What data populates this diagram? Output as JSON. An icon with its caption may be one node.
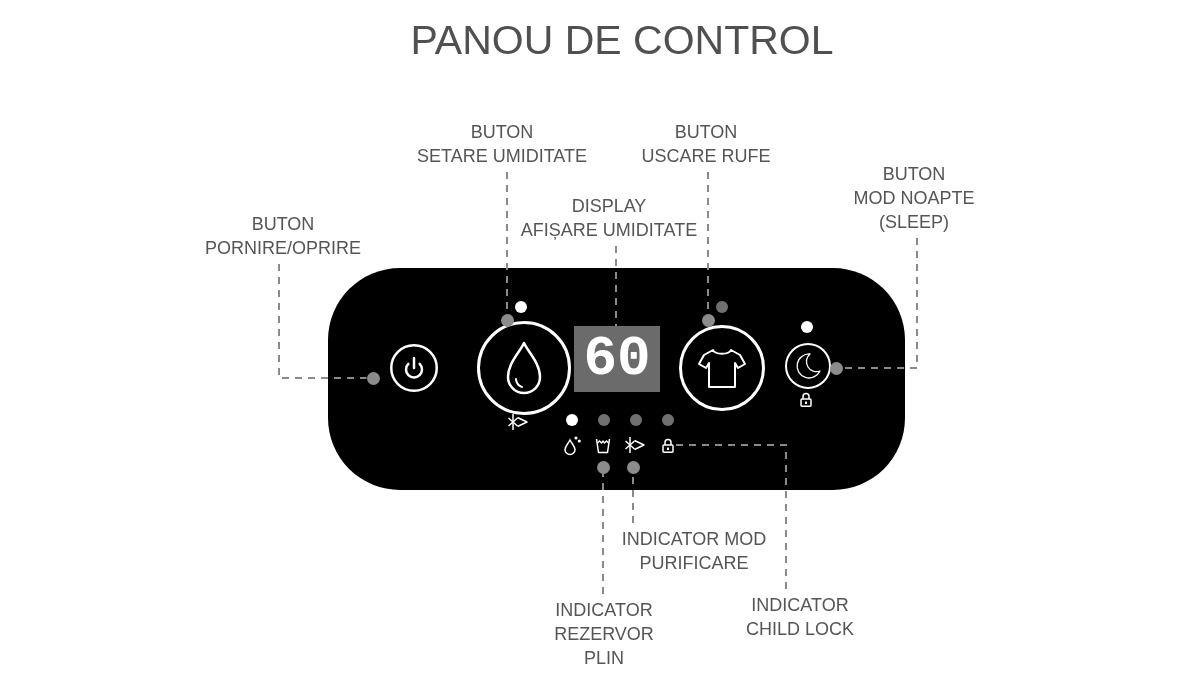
{
  "diagram": {
    "title": "PANOU DE CONTROL",
    "nodes": [
      {
        "text": [
          "BUTON SETARE UMIDITATE"
        ]
      },
      {
        "text": [
          "BUTON USCARE RUFE"
        ]
      },
      {
        "text": [
          "BUTON MOD NOAPTE (SLEEP)"
        ]
      },
      {
        "text": [
          "DISPLAY AFIȘARE UMIDITATE"
        ]
      },
      {
        "text": [
          "BUTON PORNIRE/OPRIRE"
        ]
      },
      {
        "text": [],
        "shape": "circle"
      },
      {
        "text": [],
        "shape": "circle"
      },
      {
        "text": [
          "60"
        ]
      },
      {
        "text": [],
        "shape": "circle"
      },
      {
        "text": [],
        "shape": "circle"
      },
      {
        "text": [],
        "shape": "picture"
      },
      {
        "text": [],
        "shape": "circle"
      },
      {
        "text": [],
        "shape": "circle"
      },
      {
        "text": [
          "INDICATOR MOD PURIFICARE"
        ]
      },
      {
        "text": [
          "INDICATOR REZERVOR PLIN"
        ]
      },
      {
        "text": [
          "INDICATOR CHILD LOCK"
        ]
      }
    ],
    "edges": [
      {
        "from": 0,
        "to": 5,
        "arrow": "none",
        "style": "dashed"
      },
      {
        "from": 1,
        "to": 6,
        "arrow": "none",
        "style": "dashed"
      },
      {
        "from": 2,
        "to": 9,
        "arrow": "none",
        "style": "dashed"
      },
      {
        "from": 3,
        "to": 7,
        "arrow": "none",
        "style": "dashed"
      },
      {
        "from": 4,
        "to": 8,
        "arrow": "none",
        "style": "dashed"
      },
      {
        "from": 13,
        "to": 12,
        "arrow": "none",
        "style": "dashed"
      },
      {
        "from": 14,
        "to": 11,
        "arrow": "none",
        "style": "dashed"
      },
      {
        "from": 15,
        "to": 10,
        "arrow": "none",
        "style": "dashed"
      }
    ]
  }
}
